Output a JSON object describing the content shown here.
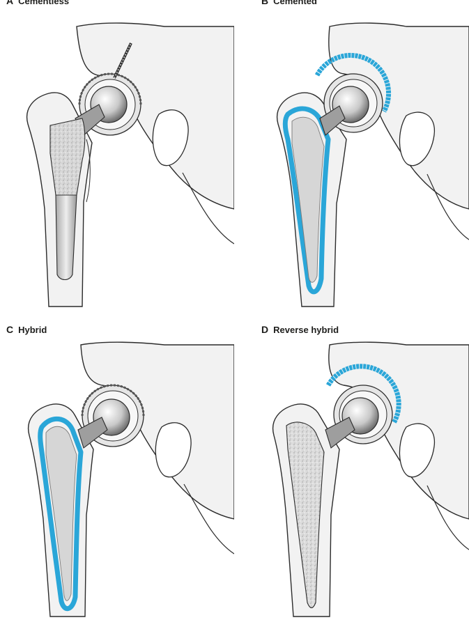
{
  "panels": [
    {
      "id": "A",
      "letter": "A",
      "title": "Cementless",
      "stem": "porous",
      "cup_cement": false,
      "stem_cement": false
    },
    {
      "id": "B",
      "letter": "B",
      "title": "Cemented",
      "stem": "polished",
      "cup_cement": true,
      "stem_cement": true
    },
    {
      "id": "C",
      "letter": "C",
      "title": "Hybrid",
      "stem": "polished",
      "cup_cement": false,
      "stem_cement": true
    },
    {
      "id": "D",
      "letter": "D",
      "title": "Reverse hybrid",
      "stem": "porous",
      "cup_cement": true,
      "stem_cement": false
    }
  ],
  "colors": {
    "cement": "#2aa6d8",
    "bone_fill": "#f2f2f2",
    "bone_outline": "#2b2b2b",
    "canal": "#d8d8d8",
    "metal": "#b9b9b9",
    "head_light": "#ffffff",
    "head_dark": "#7a7a7a"
  }
}
